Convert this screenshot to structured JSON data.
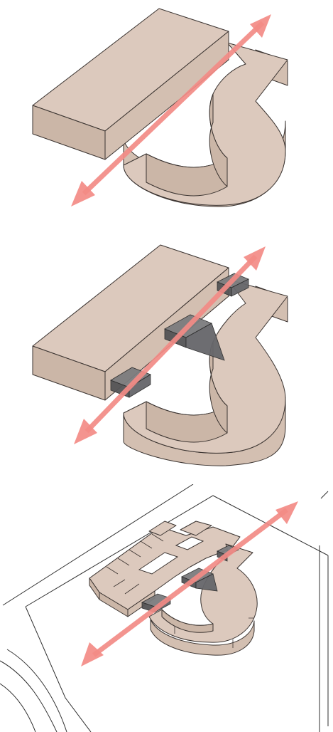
{
  "colors": {
    "background": "#ffffff",
    "mass_top": "#dcc9bd",
    "mass_side": "#d3bfb1",
    "mass_front": "#cbb6a7",
    "outline": "#3a3330",
    "arrow": "#f38b86",
    "bridge_top": "#7c7c7e",
    "bridge_side": "#545456",
    "site_lines": "#2f2f2f"
  },
  "panels": [
    {
      "stage": 1,
      "content": [
        "bar-block",
        "s-shaped-block",
        "axis-arrow"
      ]
    },
    {
      "stage": 2,
      "content": [
        "bar-block",
        "s-shaped-block",
        "axis-arrow",
        "bridge-connector",
        "bridge-connector",
        "bridge-connector"
      ]
    },
    {
      "stage": 3,
      "content": [
        "site-context",
        "detailed-building-mass",
        "axis-arrow",
        "bridge-connector",
        "bridge-connector",
        "bridge-connector"
      ]
    }
  ],
  "icons": [
    "double-headed-arrow-icon"
  ]
}
